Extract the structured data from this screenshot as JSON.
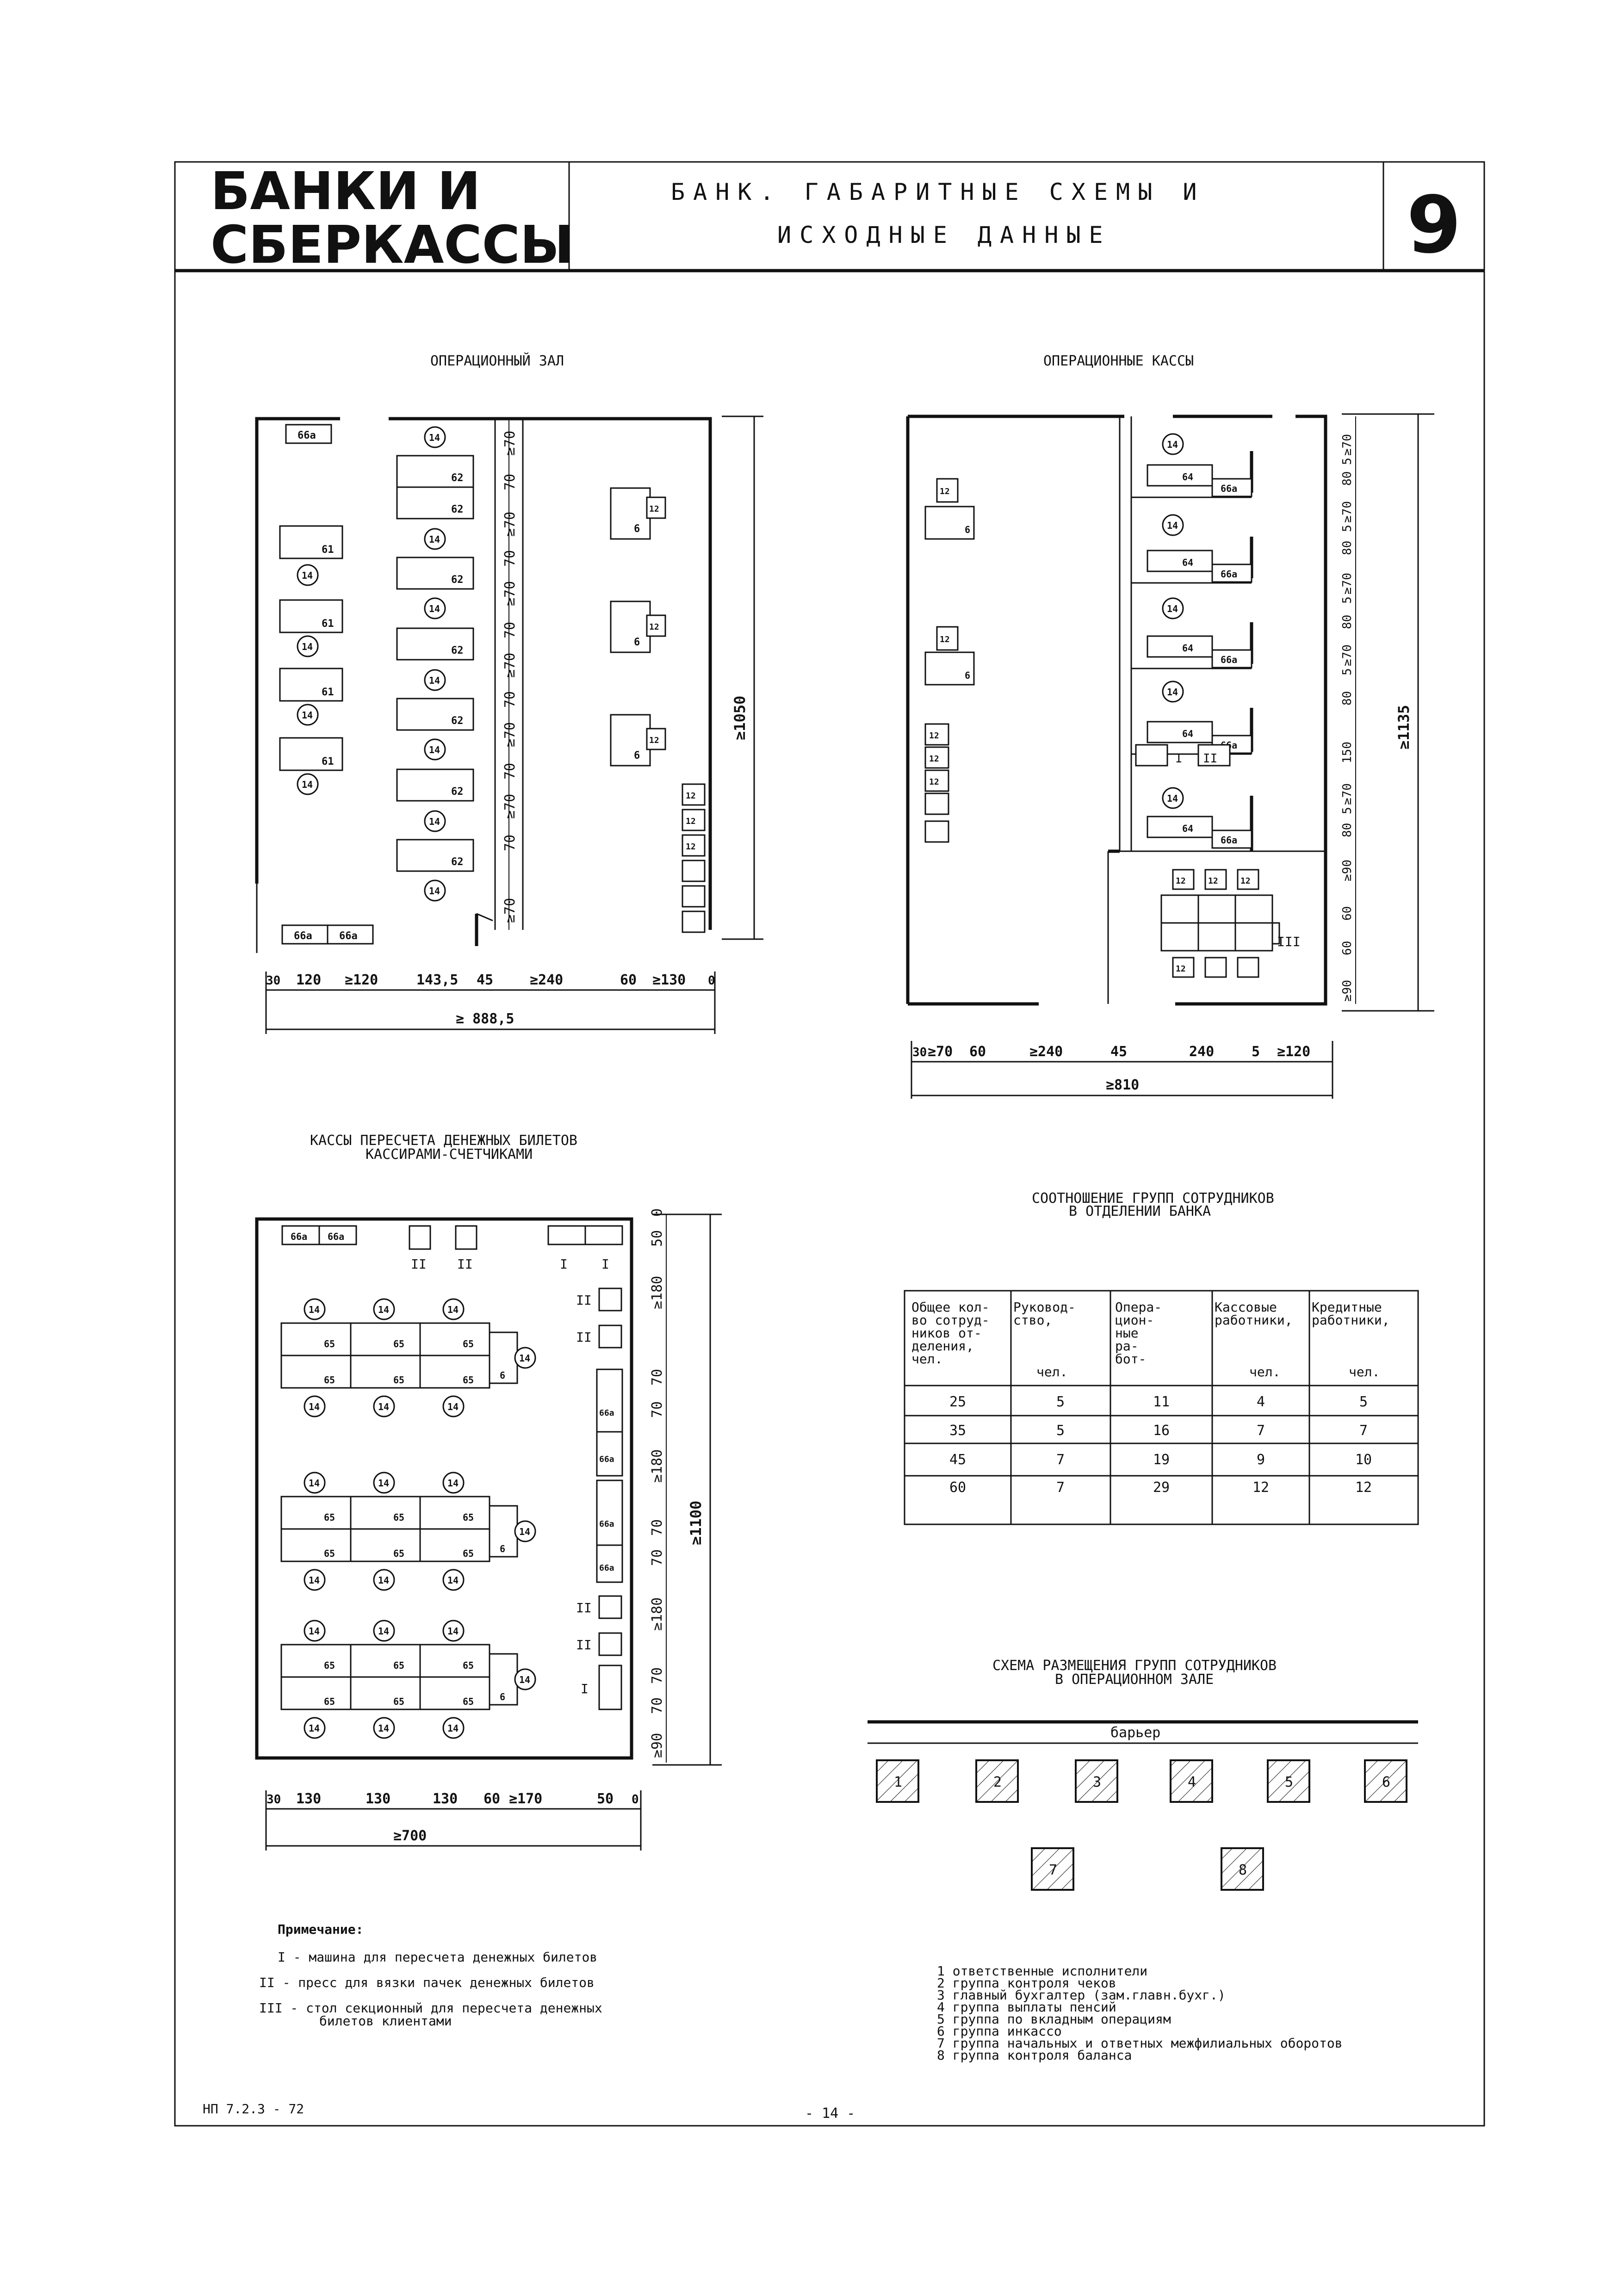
{
  "header": {
    "section_title_line1": "БАНКИ  И",
    "section_title_line2": "СБЕРКАССЫ",
    "sheet_title_line1": "БАНК. ГАБАРИТНЫЕ СХЕМЫ И",
    "sheet_title_line2": "ИСХОДНЫЕ ДАННЫЕ",
    "sheet_number": "9"
  },
  "hall": {
    "title": "ОПЕРАЦИОННЫЙ ЗАЛ",
    "height_dim": "≥1050",
    "row_dims": [
      "≥70",
      "70",
      "≥70",
      "70",
      "≥70",
      "70",
      "≥70",
      "70",
      "≥70",
      "70",
      "≥70",
      "70",
      "≥70"
    ],
    "bottom_dims": [
      "30",
      "120",
      "≥120",
      "143,5",
      "45",
      "≥240",
      "60",
      "≥130",
      "0"
    ],
    "total_width": "≥ 888,5",
    "labels": {
      "a": "66а",
      "b": "61",
      "c": "62",
      "d": "14",
      "e": "6",
      "f": "12"
    }
  },
  "cash": {
    "title": "ОПЕРАЦИОННЫЕ КАССЫ",
    "height_dim": "≥1135",
    "right_dims": [
      "≥70",
      "5",
      "80",
      "≥70",
      "5",
      "80",
      "≥70",
      "5",
      "80",
      "≥70",
      "5",
      "80",
      "150",
      "≥70",
      "5",
      "80",
      "≥90",
      "60",
      "60",
      "≥90"
    ],
    "bottom_dims": [
      "30",
      "≥70",
      "60",
      "≥240",
      "45",
      "240",
      "5",
      "≥120"
    ],
    "total_width": "≥810",
    "labels": {
      "booth": "64",
      "a": "66а",
      "d": "14",
      "e": "6",
      "f": "12",
      "I": "I",
      "II": "II",
      "III": "III"
    }
  },
  "counting": {
    "title_line1": "КАССЫ ПЕРЕСЧЕТА ДЕНЕЖНЫХ БИЛЕТОВ",
    "title_line2": "КАССИРАМИ-СЧЕТЧИКАМИ",
    "height_dim": "≥1100",
    "right_dims": [
      "50",
      "0",
      "≥180",
      "70",
      "70",
      "≥180",
      "70",
      "70",
      "≥180",
      "70",
      "70",
      "≥90"
    ],
    "bottom_dims": [
      "30",
      "130",
      "130",
      "130",
      "60",
      "≥170",
      "50",
      "0"
    ],
    "total_width": "≥700",
    "labels": {
      "desk": "65",
      "a": "66а",
      "d": "14",
      "e": "6",
      "I": "I",
      "II": "II"
    }
  },
  "ratio_table": {
    "title_line1": "СООТНОШЕНИЕ ГРУПП СОТРУДНИКОВ",
    "title_line2": "В ОТДЕЛЕНИИ БАНКА",
    "headers": [
      [
        "Общее кол-",
        "во сотруд-",
        "ников от-",
        "деления,",
        "чел."
      ],
      [
        "Руковод-",
        "ство,",
        "",
        "",
        "чел."
      ],
      [
        "Опера-",
        "цион-",
        "ные",
        "ра-",
        "бот-"
      ],
      [
        "Кассовые",
        "работники,",
        "",
        "",
        "чел."
      ],
      [
        "Кредитные",
        "работники,",
        "",
        "",
        "чел."
      ]
    ],
    "rows": [
      [
        "25",
        "5",
        "11",
        "4",
        "5"
      ],
      [
        "35",
        "5",
        "16",
        "7",
        "7"
      ],
      [
        "45",
        "7",
        "19",
        "9",
        "10"
      ],
      [
        "60",
        "7",
        "29",
        "12",
        "12"
      ]
    ]
  },
  "groups_scheme": {
    "title_line1": "СХЕМА РАЗМЕЩЕНИЯ ГРУПП СОТРУДНИКОВ",
    "title_line2": "В ОПЕРАЦИОННОМ ЗАЛЕ",
    "barrier_label": "барьер",
    "groups_row1": [
      "1",
      "2",
      "3",
      "4",
      "5",
      "6"
    ],
    "groups_row2": [
      "7",
      "8"
    ],
    "legend": [
      "1 ответственные исполнители",
      "2 группа контроля чеков",
      "3 главный бухгалтер (зам.главн.бухг.)",
      "4 группа выплаты пенсий",
      "5 группа по вкладным операциям",
      "6 группа инкассо",
      "7 группа начальных и ответных межфилиальных оборотов",
      "8 группа контроля баланса"
    ]
  },
  "notes": {
    "title": "Примечание:",
    "items": [
      "I - машина для пересчета денежных билетов",
      "II - пресс для вязки пачек денежных билетов",
      "III - стол секционный для пересчета денежных",
      "билетов клиентами"
    ]
  },
  "footer": {
    "code": "НП 7.2.3 - 72",
    "page": "- 14 -"
  }
}
